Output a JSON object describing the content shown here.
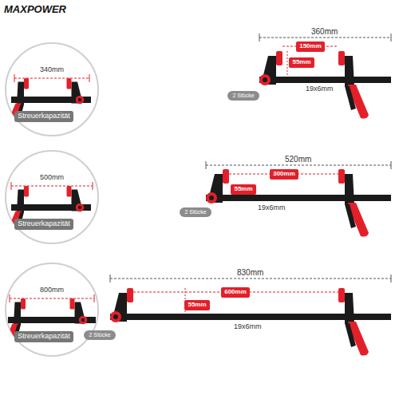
{
  "diagram": {
    "nodes": [
      {
        "text": [
          "150mm"
        ]
      },
      {
        "text": [
          "55mm"
        ]
      },
      {
        "text": [
          "2 Stücke"
        ]
      },
      {
        "text": [
          "Streuerkapazität"
        ]
      },
      {
        "text": [
          "300mm"
        ]
      },
      {
        "text": [
          "55mm"
        ]
      },
      {
        "text": [
          "2 Stücke"
        ]
      },
      {
        "text": [
          "Streuerkapazität"
        ]
      },
      {
        "text": [
          "600mm"
        ]
      },
      {
        "text": [
          "55mm"
        ]
      },
      {
        "text": [
          "Streuerkapazität"
        ]
      },
      {
        "text": [
          "2 Stücke"
        ]
      }
    ],
    "labels": [
      "MAXPOWER",
      "360mm",
      "340mm",
      "19x6mm",
      "520mm",
      "500mm",
      "19x6mm",
      "830mm",
      "800mm",
      "19x6mm"
    ]
  }
}
